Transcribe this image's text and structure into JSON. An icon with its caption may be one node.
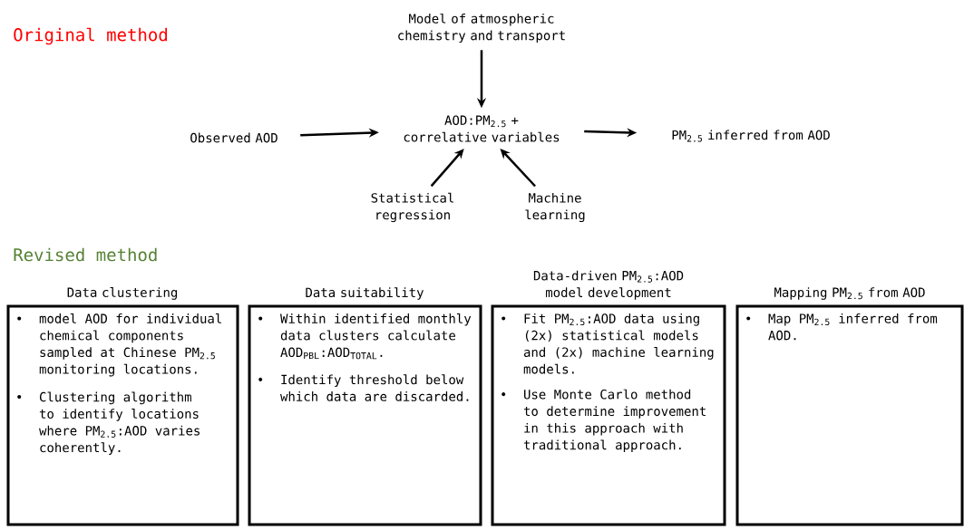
{
  "diagram": {
    "nodes": [
      {
        "text": [
          "Model of atmospheric chemistry and transport"
        ]
      },
      {
        "text": [
          "Observed AOD"
        ]
      },
      {
        "text": [
          "AOD:PM$_{2.5}$ + correlative variables"
        ]
      },
      {
        "text": [
          "PM$_{2.5}$ inferred from AOD"
        ]
      },
      {
        "text": [
          "Statistical regression"
        ]
      },
      {
        "text": [
          "Machine learning"
        ]
      },
      {
        "text": [
          "Data clustering",
          "•",
          "model AOD for individual chemical components sampled at Chinese PM$_{2.5}$ monitoring locations.",
          "•",
          "Clustering algorithm to identify locations where PM$_{2.5}$:AOD varies coherently."
        ]
      },
      {
        "text": [
          "Data suitability",
          "•",
          "Within identified monthly data clusters calculate AOD$_{PBL}$:AOD$_{TOTAL}$.",
          "•",
          "Identify threshold below which data are discarded."
        ]
      },
      {
        "text": [
          "Data-driven PM$_{2.5}$:AOD model development",
          "•",
          "Fit PM$_{2.5}$:AOD data using (2x) statistical models and (2x) machine learning models.",
          "•",
          "Use Monte Carlo method to determine improvement in this approach with traditional approach."
        ]
      },
      {
        "text": [
          "Mapping PM$_{2.5}$ from AOD",
          "•",
          "Map PM$_{2.5}$ inferred from AOD."
        ]
      }
    ],
    "edges": [
      {
        "from": 0,
        "to": 2,
        "arrow": "to"
      },
      {
        "from": 1,
        "to": 2,
        "arrow": "to"
      },
      {
        "from": 2,
        "to": 3,
        "arrow": "to"
      },
      {
        "from": 4,
        "to": 2,
        "arrow": "to"
      },
      {
        "from": 5,
        "to": 2,
        "arrow": "to"
      }
    ],
    "labels": [
      "Original method",
      "Revised method"
    ]
  }
}
